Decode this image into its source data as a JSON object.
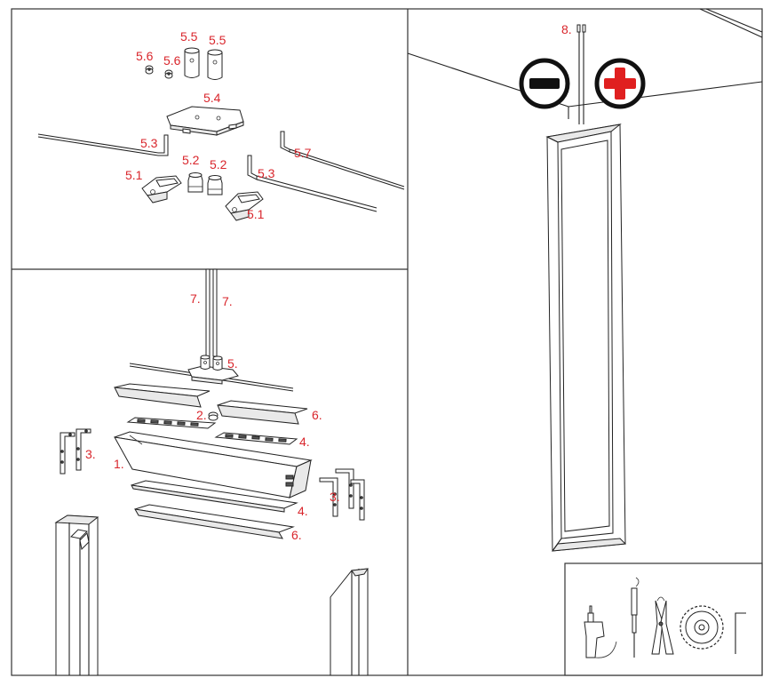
{
  "colors": {
    "label": "#d9262c",
    "line": "#222222",
    "panel_border": "#333333",
    "plus_red": "#e02020",
    "minus_black": "#111111"
  },
  "top_left": {
    "l55a": "5.5",
    "l55b": "5.5",
    "l56a": "5.6",
    "l56b": "5.6",
    "l54": "5.4",
    "l53a": "5.3",
    "l57": "5.7",
    "l52a": "5.2",
    "l52b": "5.2",
    "l51a": "5.1",
    "l53b": "5.3",
    "l51b": "5.1"
  },
  "bottom_left": {
    "l7a": "7.",
    "l7b": "7.",
    "l5": "5.",
    "l2": "2.",
    "l6a": "6.",
    "l4a": "4.",
    "l3a": "3.",
    "l1": "1.",
    "l3b": "3.",
    "l4b": "4.",
    "l6b": "6."
  },
  "right": {
    "l8": "8."
  },
  "icons": [
    "minus-icon",
    "plus-icon",
    "drill-icon",
    "soldering-iron-icon",
    "wire-cutter-icon",
    "circular-saw-blade-icon",
    "hex-key-icon"
  ]
}
